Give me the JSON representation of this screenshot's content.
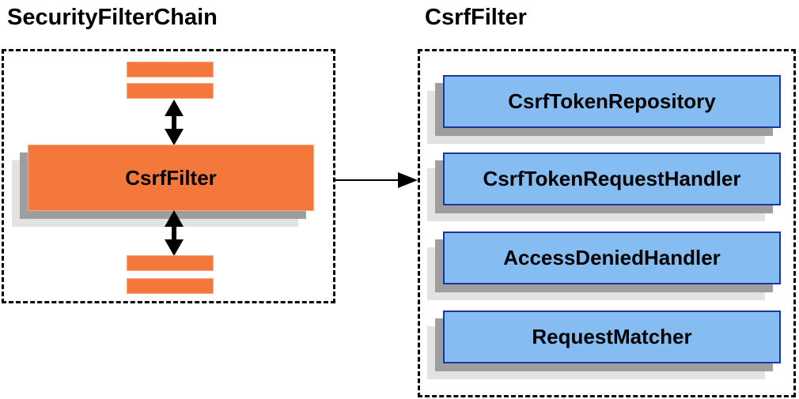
{
  "left_panel": {
    "title": "SecurityFilterChain",
    "chain_box": {
      "filter_label": "CsrfFilter",
      "placeholder_bars_above": 2,
      "placeholder_bars_below": 2
    }
  },
  "right_panel": {
    "title": "CsrfFilter",
    "components": [
      "CsrfTokenRepository",
      "CsrfTokenRequestHandler",
      "AccessDeniedHandler",
      "RequestMatcher"
    ]
  },
  "icons": {
    "top_connector": "double-headed-vertical-arrow",
    "bottom_connector": "double-headed-vertical-arrow",
    "link_arrow": "right-arrow"
  },
  "colors": {
    "orange": "#F4783C",
    "orange_border": "#F9A97E",
    "blue_fill": "#85BDF2",
    "blue_border": "#1C35A0",
    "shadow_dark": "#9E9E9E",
    "shadow_light": "#E2E2E2",
    "outline": "#000000"
  }
}
